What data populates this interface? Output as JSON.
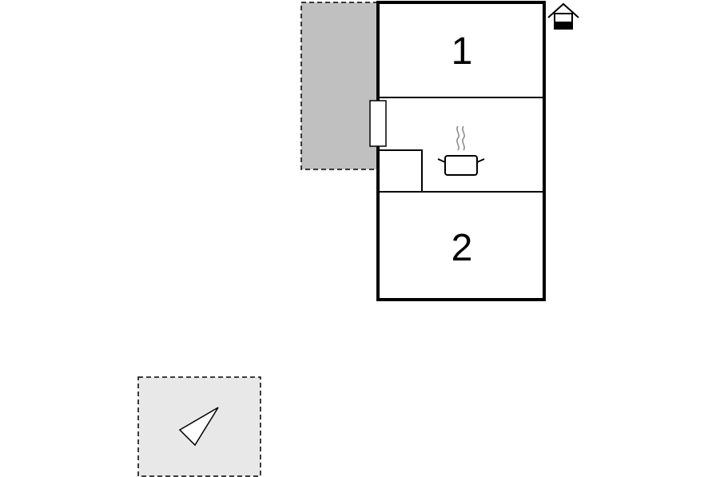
{
  "rooms": [
    {
      "id": "bedroom-1",
      "label": "1"
    },
    {
      "id": "kitchen",
      "label": ""
    },
    {
      "id": "bedroom-2",
      "label": "2"
    }
  ],
  "icons": {
    "kitchen": "cooking-pot-icon",
    "entrance": "house-entrance-icon",
    "outdoor": "sun-lounger-icon",
    "window": "window-icon"
  },
  "colors": {
    "wall": "#000000",
    "terrace": "#c0c0c0",
    "outdoor_area": "#e8e8e8",
    "steam": "#888888"
  }
}
